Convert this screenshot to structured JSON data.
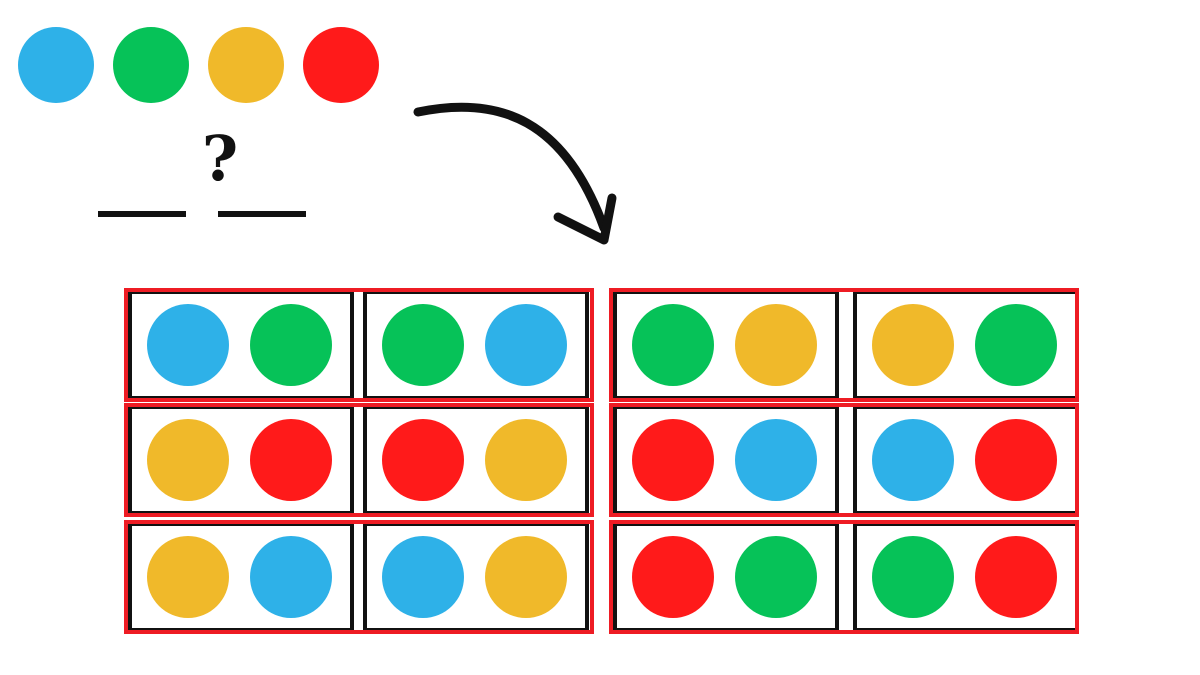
{
  "colors": {
    "blue": "#2EB1E8",
    "green": "#06C258",
    "yellow": "#F0B92A",
    "red": "#FF1A1A",
    "frame": "#EE1C24",
    "ink": "#111111"
  },
  "palette": [
    "blue",
    "green",
    "yellow",
    "red"
  ],
  "question_mark": "?",
  "pairs": [
    [
      [
        "blue",
        "green"
      ],
      [
        "green",
        "blue"
      ],
      [
        "green",
        "yellow"
      ],
      [
        "yellow",
        "green"
      ]
    ],
    [
      [
        "yellow",
        "red"
      ],
      [
        "red",
        "yellow"
      ],
      [
        "red",
        "blue"
      ],
      [
        "blue",
        "red"
      ]
    ],
    [
      [
        "yellow",
        "blue"
      ],
      [
        "blue",
        "yellow"
      ],
      [
        "red",
        "green"
      ],
      [
        "green",
        "red"
      ]
    ]
  ]
}
